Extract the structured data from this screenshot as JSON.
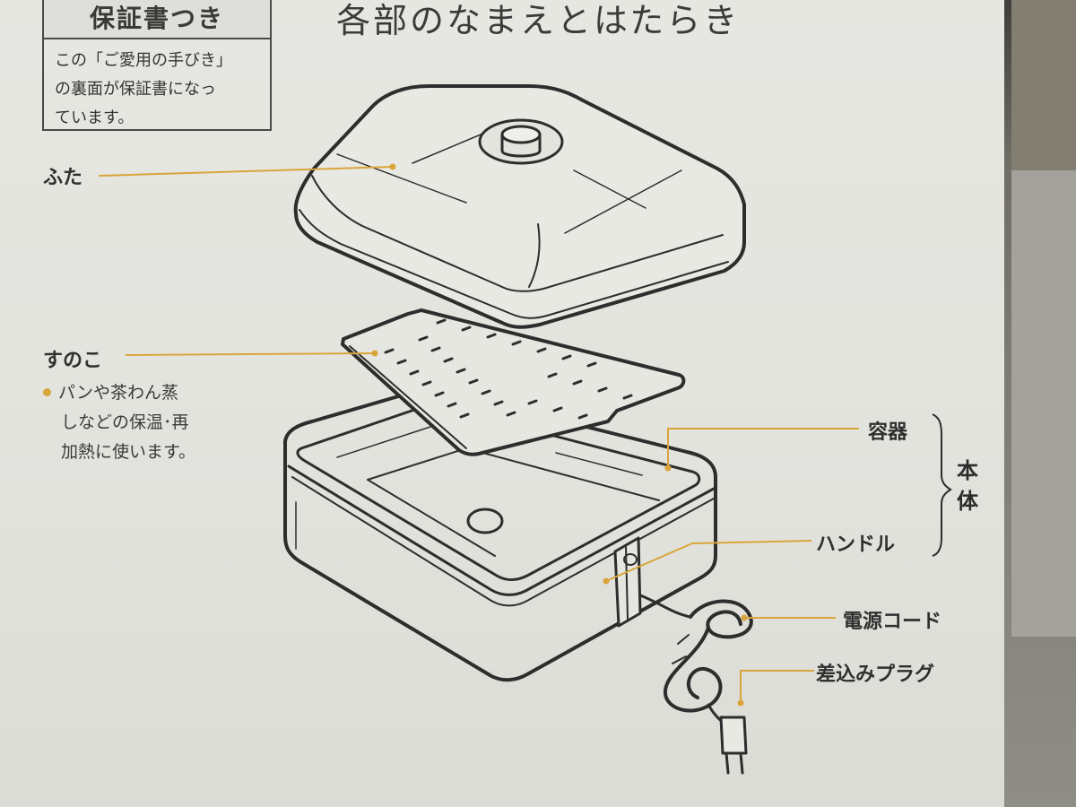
{
  "title": "各部のなまえとはたらき",
  "warranty": {
    "heading": "保証書つき",
    "lines": [
      "この「ご愛用の手びき」",
      "の裏面が保証書になっ",
      "ています。"
    ]
  },
  "labels": {
    "lid": "ふた",
    "rack": "すのこ",
    "container": "容器",
    "handle": "ハンドル",
    "power_cord": "電源コード",
    "plug": "差込みプラグ",
    "body_top": "本",
    "body_bottom": "体"
  },
  "rack_note": {
    "lines": [
      "パンや茶わん蒸",
      "しなどの保温･再",
      "加熱に使います。"
    ]
  },
  "colors": {
    "leader": "#d9a53a",
    "ink": "#2d2d2d",
    "paper": "#e4e4df"
  }
}
